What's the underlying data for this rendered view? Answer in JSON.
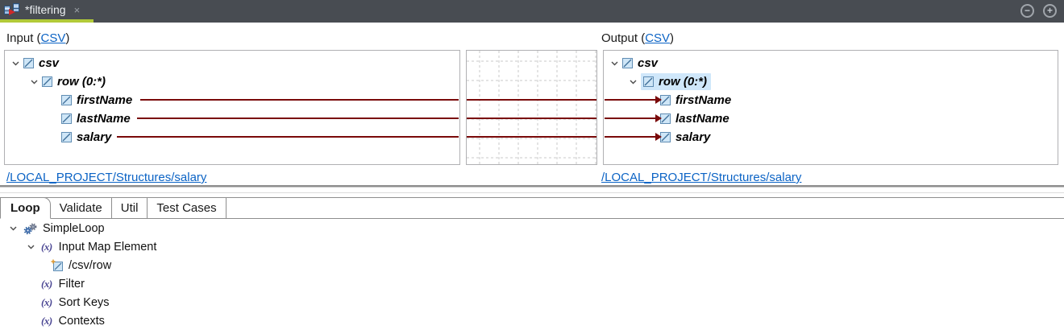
{
  "tab_bar": {
    "editor_tab_title": "*filtering",
    "close_glyph": "×",
    "minimize_glyph": "−",
    "maximize_glyph": "+"
  },
  "colors": {
    "tab_bar_bg": "#484c52",
    "active_tab_underline": "#b2ca39",
    "mapping_line": "#7a0a0a",
    "link_blue": "#0b63c5",
    "selection_highlight": "#cfe7fa",
    "element_icon_blue": "#5f8cb3"
  },
  "input_panel": {
    "header_prefix": "Input (",
    "header_link": "CSV",
    "header_suffix": ")",
    "rows": [
      {
        "label": "csv"
      },
      {
        "label": "row (0:*)"
      },
      {
        "label": "firstName"
      },
      {
        "label": "lastName"
      },
      {
        "label": "salary"
      }
    ],
    "structure_link": "/LOCAL_PROJECT/Structures/salary"
  },
  "output_panel": {
    "header_prefix": "Output (",
    "header_link": "CSV",
    "header_suffix": ")",
    "rows": [
      {
        "label": "csv"
      },
      {
        "label": "row (0:*)",
        "selected": true
      },
      {
        "label": "firstName"
      },
      {
        "label": "lastName"
      },
      {
        "label": "salary"
      }
    ],
    "structure_link": "/LOCAL_PROJECT/Structures/salary"
  },
  "mappings": [
    {
      "from": "firstName",
      "to": "firstName"
    },
    {
      "from": "lastName",
      "to": "lastName"
    },
    {
      "from": "salary",
      "to": "salary"
    }
  ],
  "bottom_tabs": [
    {
      "label": "Loop",
      "active": true
    },
    {
      "label": "Validate",
      "active": false
    },
    {
      "label": "Util",
      "active": false
    },
    {
      "label": "Test Cases",
      "active": false
    }
  ],
  "loop_tree": {
    "fx_glyph": "(x)",
    "rows": [
      {
        "label": "SimpleLoop",
        "icon": "gears-icon"
      },
      {
        "label": "Input Map Element",
        "icon": "fx-icon"
      },
      {
        "label": "/csv/row",
        "icon": "element-new-icon"
      },
      {
        "label": "Filter",
        "icon": "fx-icon"
      },
      {
        "label": "Sort Keys",
        "icon": "fx-icon"
      },
      {
        "label": "Contexts",
        "icon": "fx-icon"
      }
    ]
  }
}
